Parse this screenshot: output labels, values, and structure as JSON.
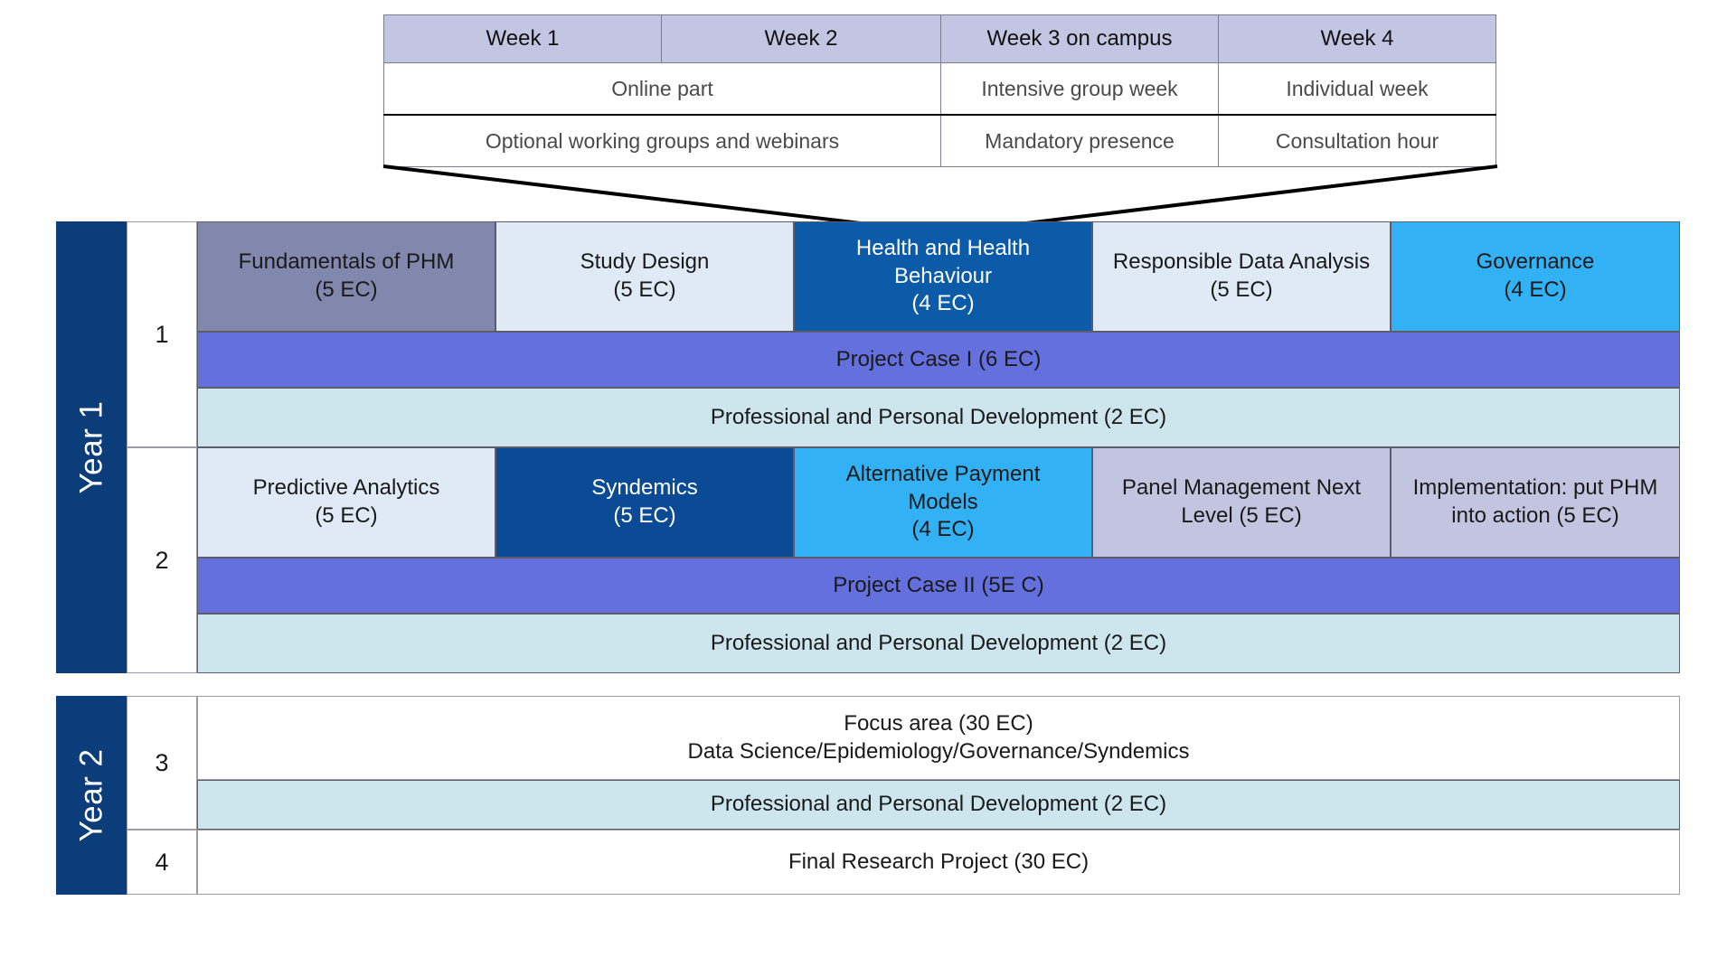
{
  "week_table": {
    "headers": [
      "Week 1",
      "Week 2",
      "Week 3 on campus",
      "Week 4"
    ],
    "row2": [
      "Online part",
      "Intensive group week",
      "Individual week"
    ],
    "row3": [
      "Optional working groups and webinars",
      "Mandatory presence",
      "Consultation hour"
    ]
  },
  "year1": {
    "label": "Year 1",
    "semester1": {
      "number": "1",
      "courses": [
        {
          "line1": "Fundamentals of PHM",
          "line2": "(5 EC)"
        },
        {
          "line1": "Study Design",
          "line2": "(5 EC)"
        },
        {
          "line1": "Health and Health",
          "line2": "Behaviour",
          "line3": "(4 EC)"
        },
        {
          "line1": "Responsible Data Analysis",
          "line2": "(5 EC)"
        },
        {
          "line1": "Governance",
          "line2": "(4 EC)"
        }
      ],
      "project": "Project Case I (6 EC)",
      "development": "Professional and Personal Development (2 EC)"
    },
    "semester2": {
      "number": "2",
      "courses": [
        {
          "line1": "Predictive Analytics",
          "line2": "(5 EC)"
        },
        {
          "line1": "Syndemics",
          "line2": "(5 EC)"
        },
        {
          "line1": "Alternative Payment",
          "line2": "Models",
          "line3": "(4 EC)"
        },
        {
          "line1": "Panel Management Next",
          "line2": "Level (5 EC)"
        },
        {
          "line1": "Implementation: put PHM",
          "line2": "into action (5 EC)"
        }
      ],
      "project": "Project Case II (5E C)",
      "development": "Professional and Personal Development (2 EC)"
    }
  },
  "year2": {
    "label": "Year 2",
    "semester3": {
      "number": "3",
      "focus_line1": "Focus area (30 EC)",
      "focus_line2": "Data Science/Epidemiology/Governance/Syndemics",
      "development": "Professional and Personal Development (2 EC)"
    },
    "semester4": {
      "number": "4",
      "final_project": "Final Research Project (30 EC)"
    }
  },
  "colors": {
    "year_band": "#0b3d7b",
    "header_lavender": "#c3c6e2",
    "slate": "#8287ad",
    "pale_blue": "#dfeaf6",
    "navy": "#0b5ba8",
    "deep_navy": "#0b4a94",
    "cyan": "#33b1f5",
    "lavender": "#c3c4e0",
    "violet": "#6470de",
    "ice_blue": "#cde6ee"
  }
}
